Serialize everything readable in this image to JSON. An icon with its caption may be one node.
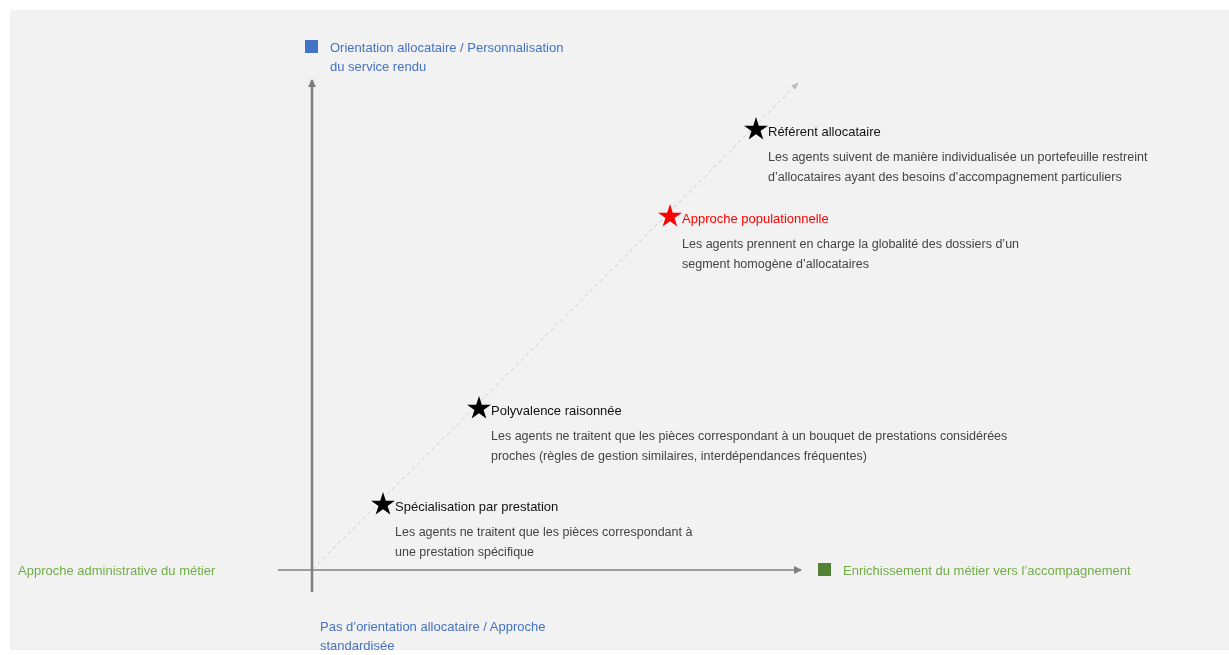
{
  "diagram": {
    "nodes": [
      {
        "text": [
          "Référent allocataire",
          "Les agents suivent de manière individualisée un portefeuille restreint d’allocataires ayant des besoins d’accompagnement particuliers"
        ]
      },
      {
        "text": [
          "Approche populationnelle",
          "Les agents prennent en charge la globalité des dossiers d’un segment homogène d’allocataires"
        ]
      },
      {
        "text": [
          "Polyvalence raisonnée",
          "Les agents ne traitent que les pièces correspondant à un bouquet de prestations considérées proches (règles de gestion similaires, interdépendances fréquentes)"
        ]
      },
      {
        "text": [
          "Spécialisation par prestation",
          "Les agents ne traitent que les pièces correspondant à une prestation spécifique"
        ]
      }
    ],
    "labels": [
      "Approche administrative du métier",
      "Pas d’orientation allocataire / Approche standardisée"
    ],
    "legend": [
      {
        "text": "Orientation allocataire / Personnalisation du service rendu",
        "color": "#4472c4"
      },
      {
        "text": "Enrichissement du métier vers l’accompagnement",
        "color": "#548235"
      }
    ]
  }
}
